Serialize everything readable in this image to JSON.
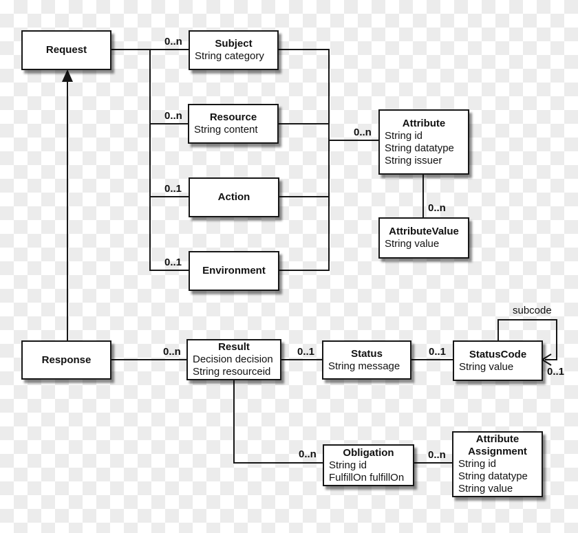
{
  "colors": {
    "checker_light": "#ffffff",
    "checker_dark": "#ececec",
    "box_fill": "#ffffff",
    "line": "#161616"
  },
  "classes": {
    "request": {
      "title": "Request",
      "attrs": []
    },
    "subject": {
      "title": "Subject",
      "attrs": [
        "String category"
      ]
    },
    "resource": {
      "title": "Resource",
      "attrs": [
        "String content"
      ]
    },
    "action": {
      "title": "Action",
      "attrs": []
    },
    "environment": {
      "title": "Environment",
      "attrs": []
    },
    "attribute": {
      "title": "Attribute",
      "attrs": [
        "String id",
        "String datatype",
        "String issuer"
      ]
    },
    "attribute_value": {
      "title": "AttributeValue",
      "attrs": [
        "String value"
      ]
    },
    "response": {
      "title": "Response",
      "attrs": []
    },
    "result": {
      "title": "Result",
      "attrs": [
        "Decision decision",
        "String resourceid"
      ]
    },
    "status": {
      "title": "Status",
      "attrs": [
        "String message"
      ]
    },
    "status_code": {
      "title": "StatusCode",
      "attrs": [
        "String value"
      ]
    },
    "obligation": {
      "title": "Obligation",
      "attrs": [
        "String id",
        "FulfillOn fulfillOn"
      ]
    },
    "attribute_assignment": {
      "title": "Attribute Assignment",
      "attrs": [
        "String id",
        "String datatype",
        "String value"
      ]
    }
  },
  "multiplicities": {
    "request_subject": "0..n",
    "request_resource": "0..n",
    "request_action": "0..1",
    "request_environment": "0..1",
    "elements_attribute": "0..n",
    "attribute_attributevalue": "0..n",
    "response_result": "0..n",
    "result_status": "0..1",
    "status_statuscode": "0..1",
    "statuscode_subcode": "0..1",
    "result_obligation": "0..n",
    "obligation_attributeassignment": "0..n"
  },
  "annotations": {
    "subcode_label": "subcode"
  }
}
